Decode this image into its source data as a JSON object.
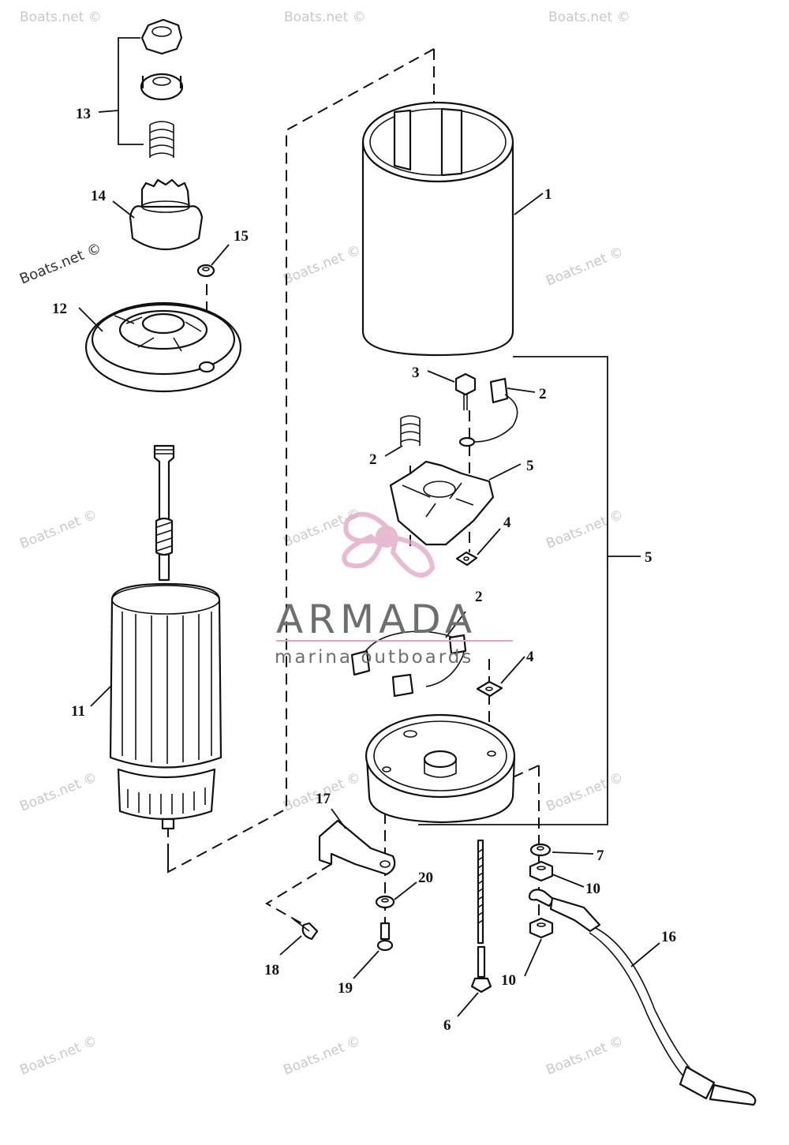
{
  "watermark": {
    "text": "Boats.net ©"
  },
  "brand": {
    "name": "ARMADA",
    "tagline": "marina outboards",
    "accent_color": "#e0a3c4",
    "text_color": "#6e6e6e"
  },
  "callouts": {
    "c1": "1",
    "c2a": "2",
    "c2b": "2",
    "c2c": "2",
    "c3": "3",
    "c4a": "4",
    "c4b": "4",
    "c5a": "5",
    "c5b": "5",
    "c6": "6",
    "c7": "7",
    "c10a": "10",
    "c10b": "10",
    "c11": "11",
    "c12": "12",
    "c13": "13",
    "c14": "14",
    "c15": "15",
    "c16": "16",
    "c17": "17",
    "c18": "18",
    "c19": "19",
    "c20": "20"
  }
}
